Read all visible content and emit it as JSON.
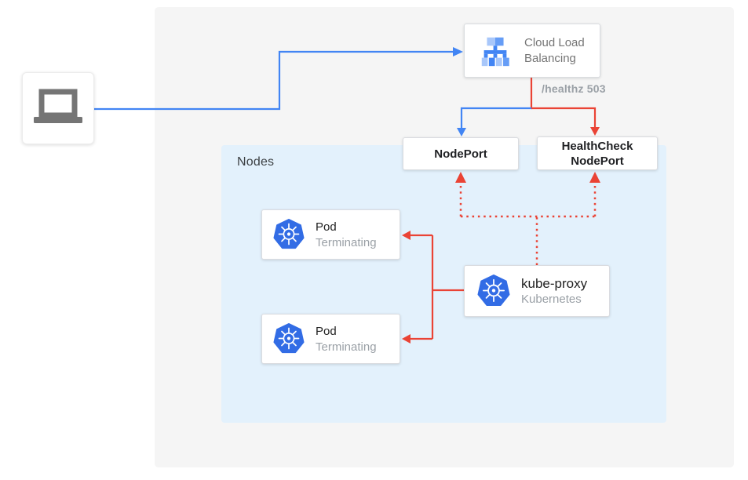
{
  "panels": {
    "nodes_label": "Nodes"
  },
  "nodes": {
    "client": {
      "icon": "laptop-icon"
    },
    "cloud_load_balancing": {
      "label": "Cloud Load Balancing",
      "icon": "cloud-load-balancing-icon"
    },
    "nodeport": {
      "label": "NodePort"
    },
    "healthcheck_nodeport": {
      "label": "HealthCheck NodePort"
    },
    "pod_top": {
      "title": "Pod",
      "status": "Terminating",
      "icon": "kubernetes-icon"
    },
    "pod_bottom": {
      "title": "Pod",
      "status": "Terminating",
      "icon": "kubernetes-icon"
    },
    "kube_proxy": {
      "title": "kube-proxy",
      "subtitle": "Kubernetes",
      "icon": "kubernetes-icon"
    }
  },
  "annotations": {
    "healthz": "/healthz 503"
  },
  "colors": {
    "traffic_blue": "#4285f4",
    "health_red": "#ea4335",
    "kubernetes_blue": "#326ce5",
    "outer_panel_gray": "#f5f5f5",
    "nodes_panel_blue": "#e3f1fc",
    "laptop_gray": "#757575"
  }
}
